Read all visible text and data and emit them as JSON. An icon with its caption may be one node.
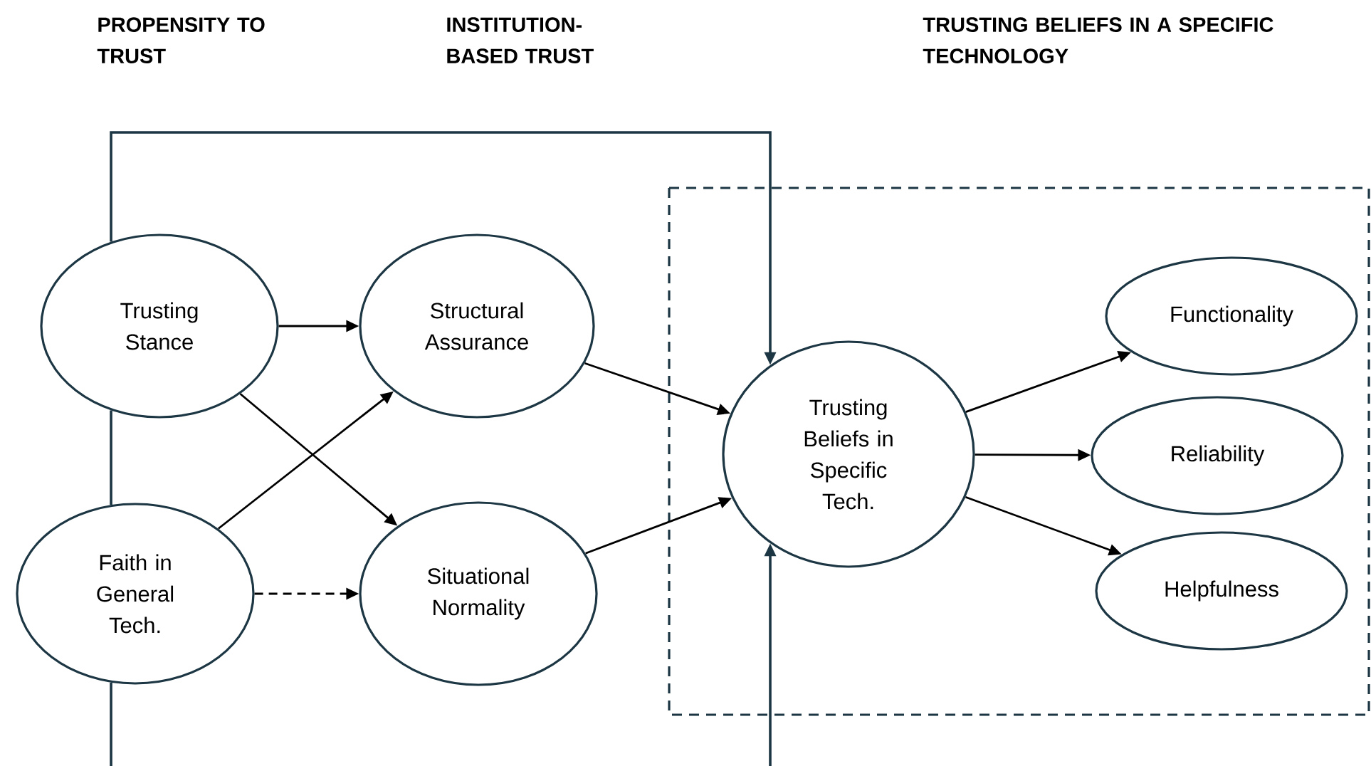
{
  "diagram": {
    "nodes": [
      {
        "text": [
          "Trusting Stance"
        ]
      },
      {
        "text": [
          "Faith in General Tech."
        ]
      },
      {
        "text": [
          "Structural Assurance"
        ]
      },
      {
        "text": [
          "Situational Normality"
        ]
      },
      {
        "text": [
          "Trusting Beliefs in Specific Tech."
        ]
      },
      {
        "text": [
          "Functionality"
        ]
      },
      {
        "text": [
          "Reliability"
        ]
      },
      {
        "text": [
          "Helpfulness"
        ]
      }
    ],
    "edges": [
      {
        "from": 0,
        "to": 2,
        "arrow": "to"
      },
      {
        "from": 0,
        "to": 3,
        "arrow": "to"
      },
      {
        "from": 1,
        "to": 2,
        "arrow": "to"
      },
      {
        "from": 1,
        "to": 3,
        "arrow": "to",
        "style": "dashed"
      },
      {
        "from": 2,
        "to": 4,
        "arrow": "to"
      },
      {
        "from": 3,
        "to": 4,
        "arrow": "to"
      },
      {
        "from": 4,
        "to": 5,
        "arrow": "to"
      },
      {
        "from": 4,
        "to": 6,
        "arrow": "to"
      },
      {
        "from": 4,
        "to": 7,
        "arrow": "to"
      },
      {
        "from": 0,
        "to": 4,
        "arrow": "to",
        "color": "#1c3644"
      },
      {
        "from": 0,
        "to": 1,
        "arrow": "none",
        "color": "#1c3644"
      },
      {
        "from": 1,
        "to": null,
        "arrow": "none",
        "color": "#1c3644"
      },
      {
        "from": null,
        "to": 4,
        "arrow": "to",
        "color": "#1c3644"
      }
    ],
    "labels": [
      "PROPENSITY TO TRUST",
      "INSTITUTION-BASED TRUST",
      "TRUSTING BELIEFS IN A SPECIFIC TECHNOLOGY"
    ]
  }
}
